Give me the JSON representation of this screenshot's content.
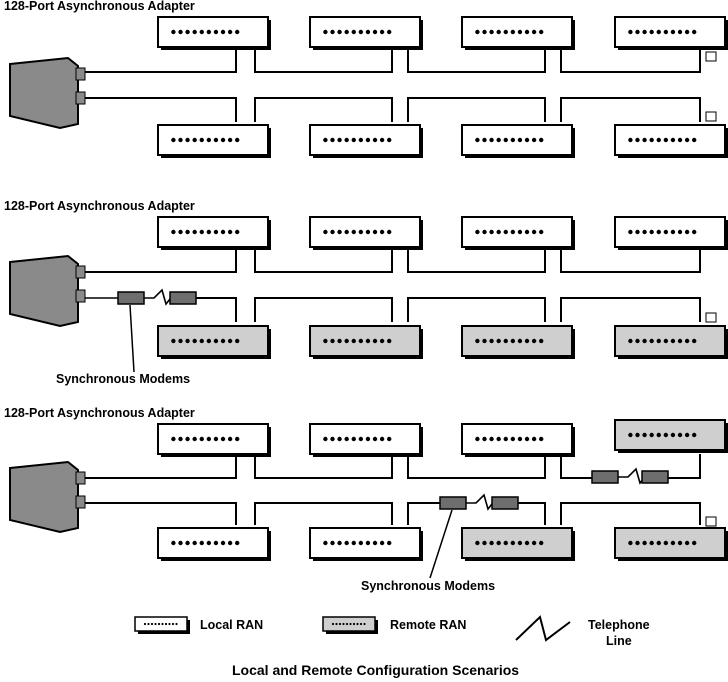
{
  "scenarios": [
    {
      "title": "128-Port Asynchronous Adapter"
    },
    {
      "title": "128-Port Asynchronous Adapter",
      "modem_label": "Synchronous Modems"
    },
    {
      "title": "128-Port Asynchronous Adapter",
      "modem_label": "Synchronous Modems"
    }
  ],
  "legend": {
    "local": "Local RAN",
    "remote": "Remote RAN",
    "telephone_line_1": "Telephone",
    "telephone_line_2": "Line"
  },
  "caption": "Local and Remote Configuration Scenarios",
  "colors": {
    "remote_fill": "#cfcfcf",
    "adapter_fill": "#8a8a8a",
    "modem_fill": "#6e6e6e",
    "line": "#000000"
  }
}
